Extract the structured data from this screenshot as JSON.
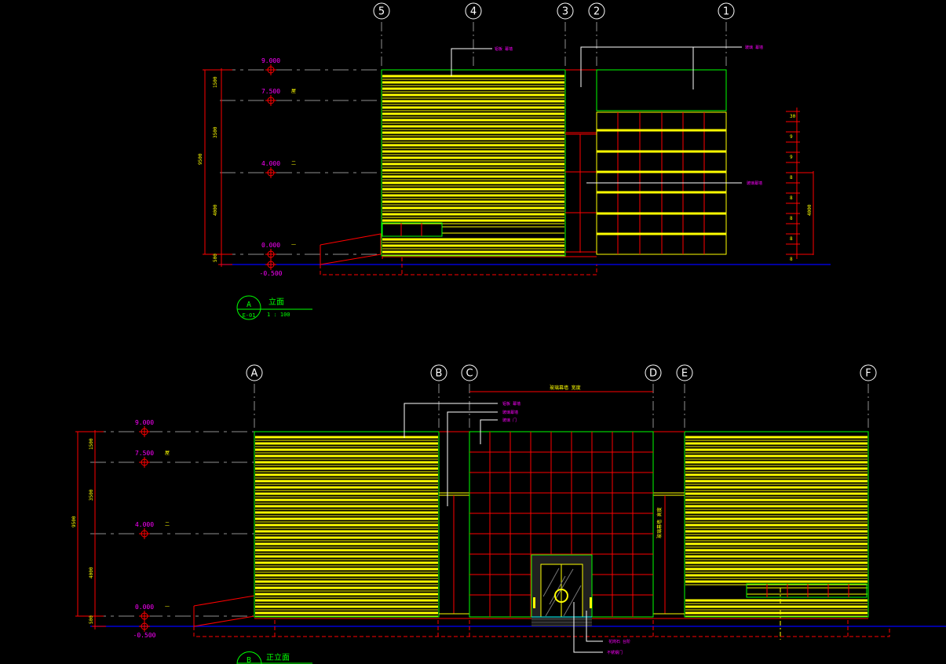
{
  "drawing": {
    "background": "#000000",
    "colors": {
      "axis": "#ffffff",
      "level_text": "#ff00ff",
      "dimension": "#ff0000",
      "dimension_text": "#ffff00",
      "facade_outline": "#00ff00",
      "cladding": "#ffff00",
      "ground": "#0000ff",
      "note_text": "#ff00ff",
      "title": "#00ff00"
    }
  },
  "elevation_a": {
    "title_symbol": "A",
    "sheet_ref": "E-01",
    "title": "立面",
    "scale": "1 : 100",
    "axes": [
      "5",
      "4",
      "3",
      "2",
      "1"
    ],
    "levels": [
      {
        "label": "9.000",
        "floor": ""
      },
      {
        "label": "7.500",
        "floor": "屋"
      },
      {
        "label": "4.000",
        "floor": "二"
      },
      {
        "label": "0.000",
        "floor": "一"
      },
      {
        "label": "-0.500",
        "floor": ""
      }
    ],
    "dims": [
      "1500",
      "3500",
      "4000",
      "500",
      "9500"
    ],
    "notes": [
      "铝板 幕墙",
      "玻璃 幕墙",
      "玻璃幕墙"
    ],
    "right_dims": [
      "30",
      "9",
      "9",
      "8",
      "8",
      "8",
      "8",
      "8"
    ],
    "right_total": "4000"
  },
  "elevation_b": {
    "title_symbol": "B",
    "title": "正立面",
    "axes": [
      "A",
      "B",
      "C",
      "D",
      "E",
      "F"
    ],
    "levels": [
      {
        "label": "9.000",
        "floor": ""
      },
      {
        "label": "7.500",
        "floor": "屋"
      },
      {
        "label": "4.000",
        "floor": "二"
      },
      {
        "label": "0.000",
        "floor": "一"
      },
      {
        "label": "-0.500",
        "floor": ""
      }
    ],
    "dims": [
      "1500",
      "3500",
      "4000",
      "500",
      "9500"
    ],
    "top_dim": "玻璃幕墙 宽度",
    "side_dim": "玻璃幕墙 高度",
    "notes": [
      "铝板 幕墙",
      "玻璃幕墙",
      "玻璃 门",
      "花岗石 台阶",
      "不锈钢门"
    ]
  }
}
